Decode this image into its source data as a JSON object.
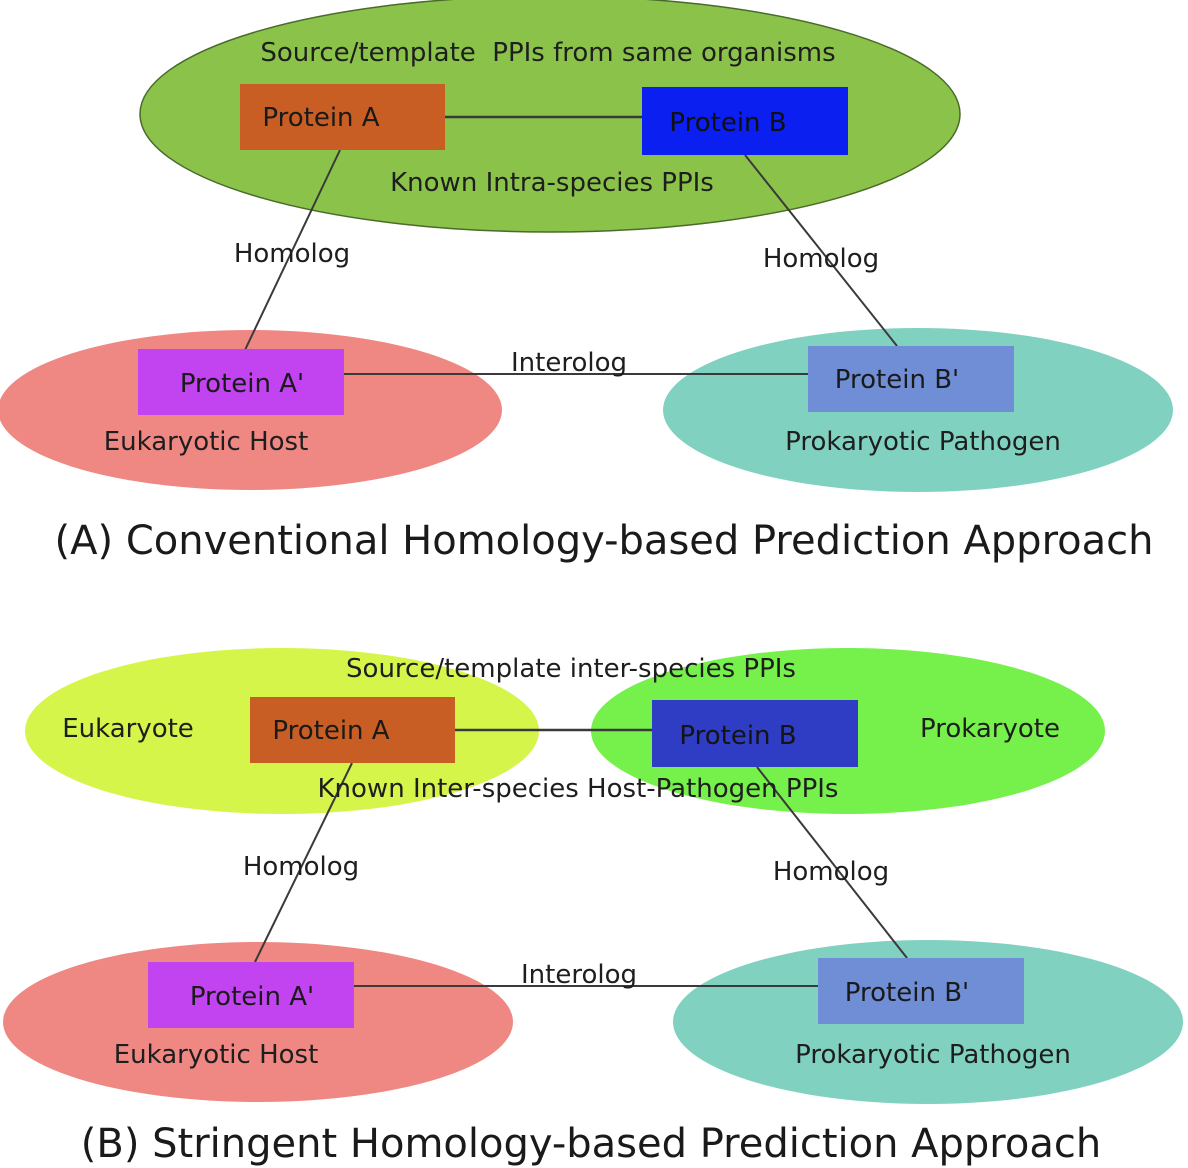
{
  "panel_a": {
    "source_label": "Source/template  PPIs from same organisms",
    "protein_a": "Protein A",
    "protein_b": "Protein B",
    "known_label": "Known Intra-species PPIs",
    "homolog_left": "Homolog",
    "homolog_right": "Homolog",
    "interolog": "Interolog",
    "protein_a_prime": "Protein A'",
    "protein_b_prime": "Protein B'",
    "host_label": "Eukaryotic Host",
    "pathogen_label": "Prokaryotic Pathogen",
    "caption": "(A) Conventional Homology-based Prediction Approach"
  },
  "panel_b": {
    "source_label": "Source/template inter-species PPIs",
    "eukaryote_label": "Eukaryote",
    "prokaryote_label": "Prokaryote",
    "protein_a": "Protein A",
    "protein_b": "Protein B",
    "known_label": "Known Inter-species Host-Pathogen PPIs",
    "homolog_left": "Homolog",
    "homolog_right": "Homolog",
    "interolog": "Interolog",
    "protein_a_prime": "Protein A'",
    "protein_b_prime": "Protein B'",
    "host_label": "Eukaryotic Host",
    "pathogen_label": "Prokaryotic Pathogen",
    "caption": "(B) Stringent Homology-based Prediction Approach"
  },
  "colors": {
    "source_ellipse_a": "#8bc34a",
    "eukaryote_ellipse_b": "#d6f54a",
    "prokaryote_ellipse_b": "#76f04a",
    "host_ellipse": "#ef8783",
    "pathogen_ellipse": "#80d1c0",
    "protein_a_box": "#c95e24",
    "protein_b_box_a": "#0a1ff0",
    "protein_b_box_b": "#2f3cc4",
    "protein_a_prime_box": "#c243f0",
    "protein_b_prime_box": "#6f8ed6"
  }
}
